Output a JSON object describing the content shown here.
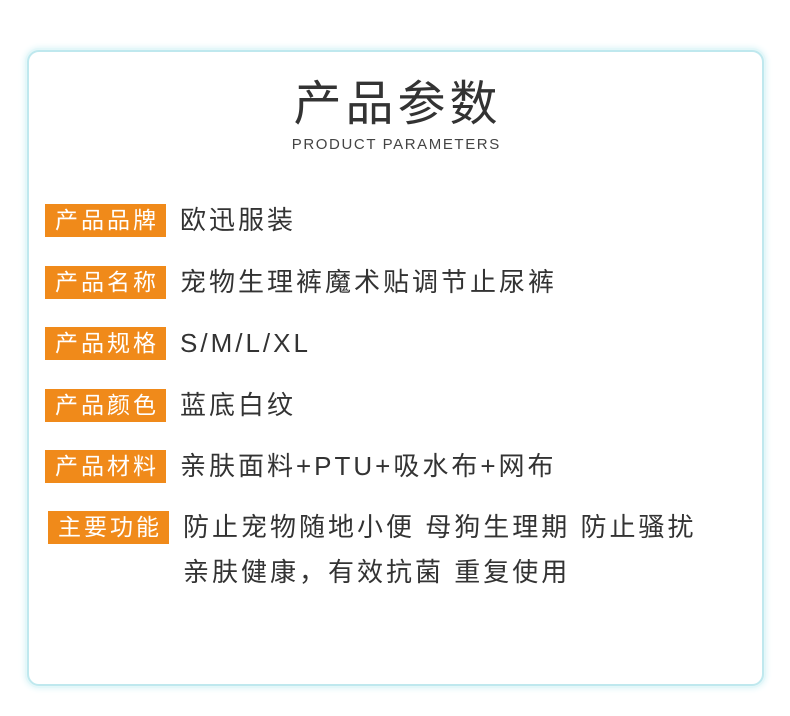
{
  "header": {
    "title": "产品参数",
    "subtitle": "PRODUCT PARAMETERS"
  },
  "params": [
    {
      "label": "产品品牌",
      "value": "欧迅服装"
    },
    {
      "label": "产品名称",
      "value": "宠物生理裤魔术贴调节止尿裤"
    },
    {
      "label": "产品规格",
      "value": "S/M/L/XL"
    },
    {
      "label": "产品颜色",
      "value": "蓝底白纹"
    },
    {
      "label": "产品材料",
      "value": "亲肤面料+PTU+吸水布+网布"
    },
    {
      "label": "主要功能",
      "lines": [
        "防止宠物随地小便 母狗生理期 防止骚扰",
        "亲肤健康，有效抗菌 重复使用"
      ]
    }
  ],
  "colors": {
    "label_bg": "#f08a1a",
    "card_border": "#bfe8ee",
    "text": "#333333"
  }
}
